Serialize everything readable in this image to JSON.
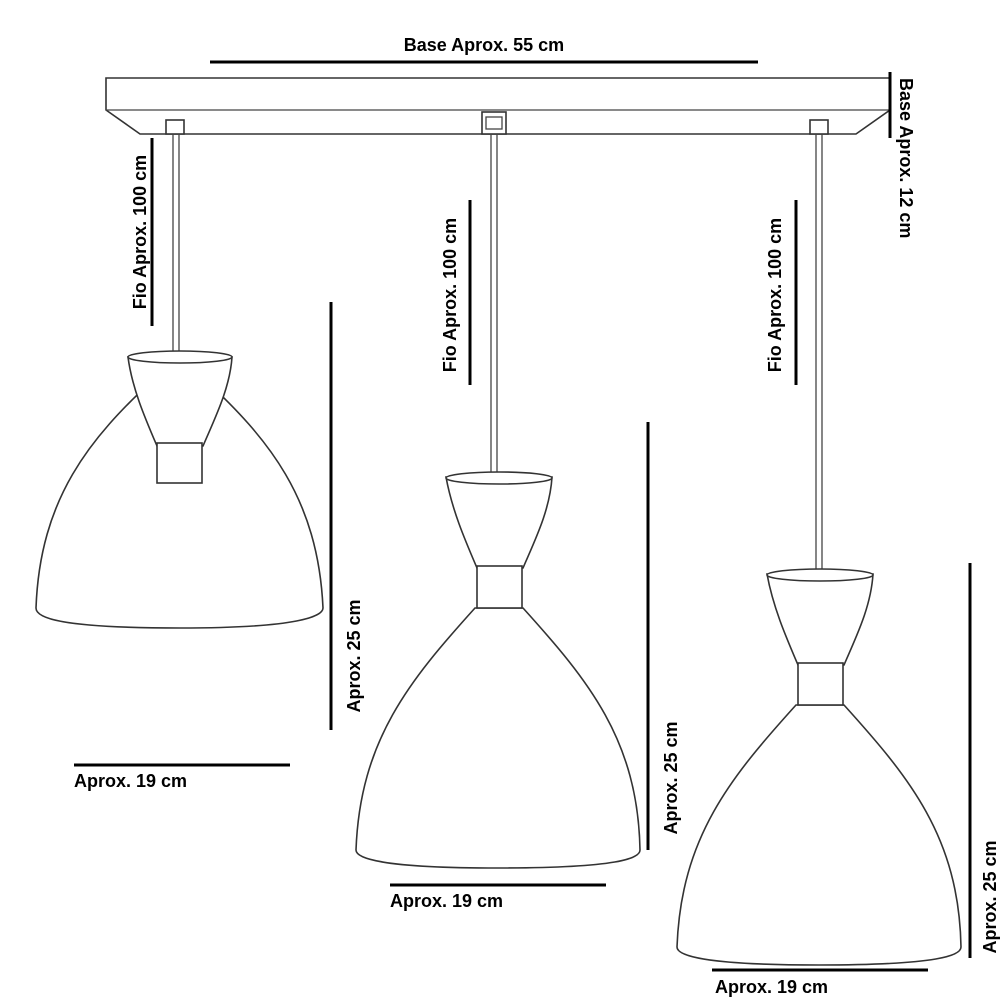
{
  "labels": {
    "base_length": "Base Aprox. 55 cm",
    "base_depth": "Base Aprox. 12 cm",
    "wire_left": "Fio Aprox. 100 cm",
    "wire_middle": "Fio Aprox. 100 cm",
    "wire_right": "Fio Aprox. 100 cm",
    "height_left": "Aprox. 25 cm",
    "height_middle": "Aprox. 25 cm",
    "height_right": "Aprox. 25 cm",
    "width_left": "Aprox. 19 cm",
    "width_middle": "Aprox. 19 cm",
    "width_right": "Aprox. 19 cm"
  }
}
